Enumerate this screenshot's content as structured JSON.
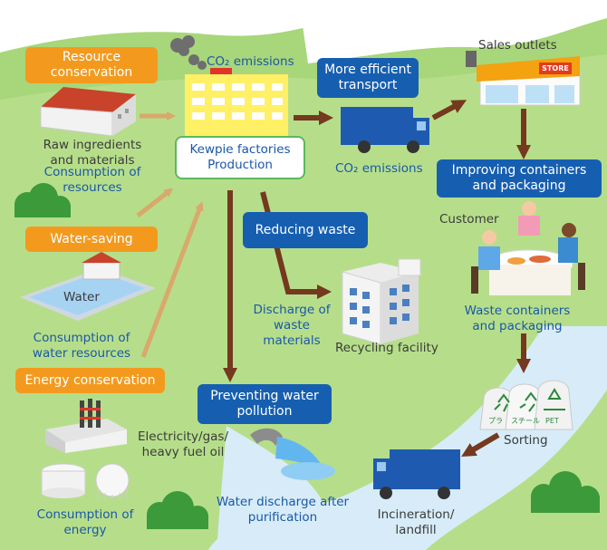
{
  "boxes": {
    "resource_conservation": "Resource\nconservation",
    "water_saving": "Water-saving",
    "energy_conservation": "Energy conservation",
    "more_efficient_transport": "More efficient\ntransport",
    "improving_containers": "Improving containers\nand packaging",
    "reducing_waste": "Reducing waste",
    "preventing_water_pollution": "Preventing water\npollution"
  },
  "factory": {
    "line1": "Kewpie factories",
    "line2": "Production"
  },
  "labels": {
    "co2_top": "CO₂ emissions",
    "co2_truck": "CO₂ emissions",
    "raw_ingredients": "Raw ingredients\nand materials",
    "consumption_resources": "Consumption of\nresources",
    "water": "Water",
    "consumption_water": "Consumption of\nwater resources",
    "electricity": "Electricity/gas/\nheavy fuel oil",
    "consumption_energy": "Consumption of\nenergy",
    "sales_outlets": "Sales outlets",
    "store_sign": "STORE",
    "customer": "Customer",
    "waste_containers": "Waste containers\nand packaging",
    "sorting": "Sorting",
    "incineration": "Incineration/\nlandfill",
    "discharge_waste": "Discharge of\nwaste\nmaterials",
    "recycling_facility": "Recycling facility",
    "water_discharge": "Water discharge after\npurification"
  },
  "recycle_marks": [
    "プラ",
    "スチール",
    "PET"
  ],
  "colors": {
    "orange_box": "#f39a1e",
    "blue_box": "#165fb0",
    "green_hill": "#9fd06a",
    "river": "#cfe7f7",
    "arrow_tan": "#d9a86c",
    "arrow_brown": "#74391f"
  }
}
